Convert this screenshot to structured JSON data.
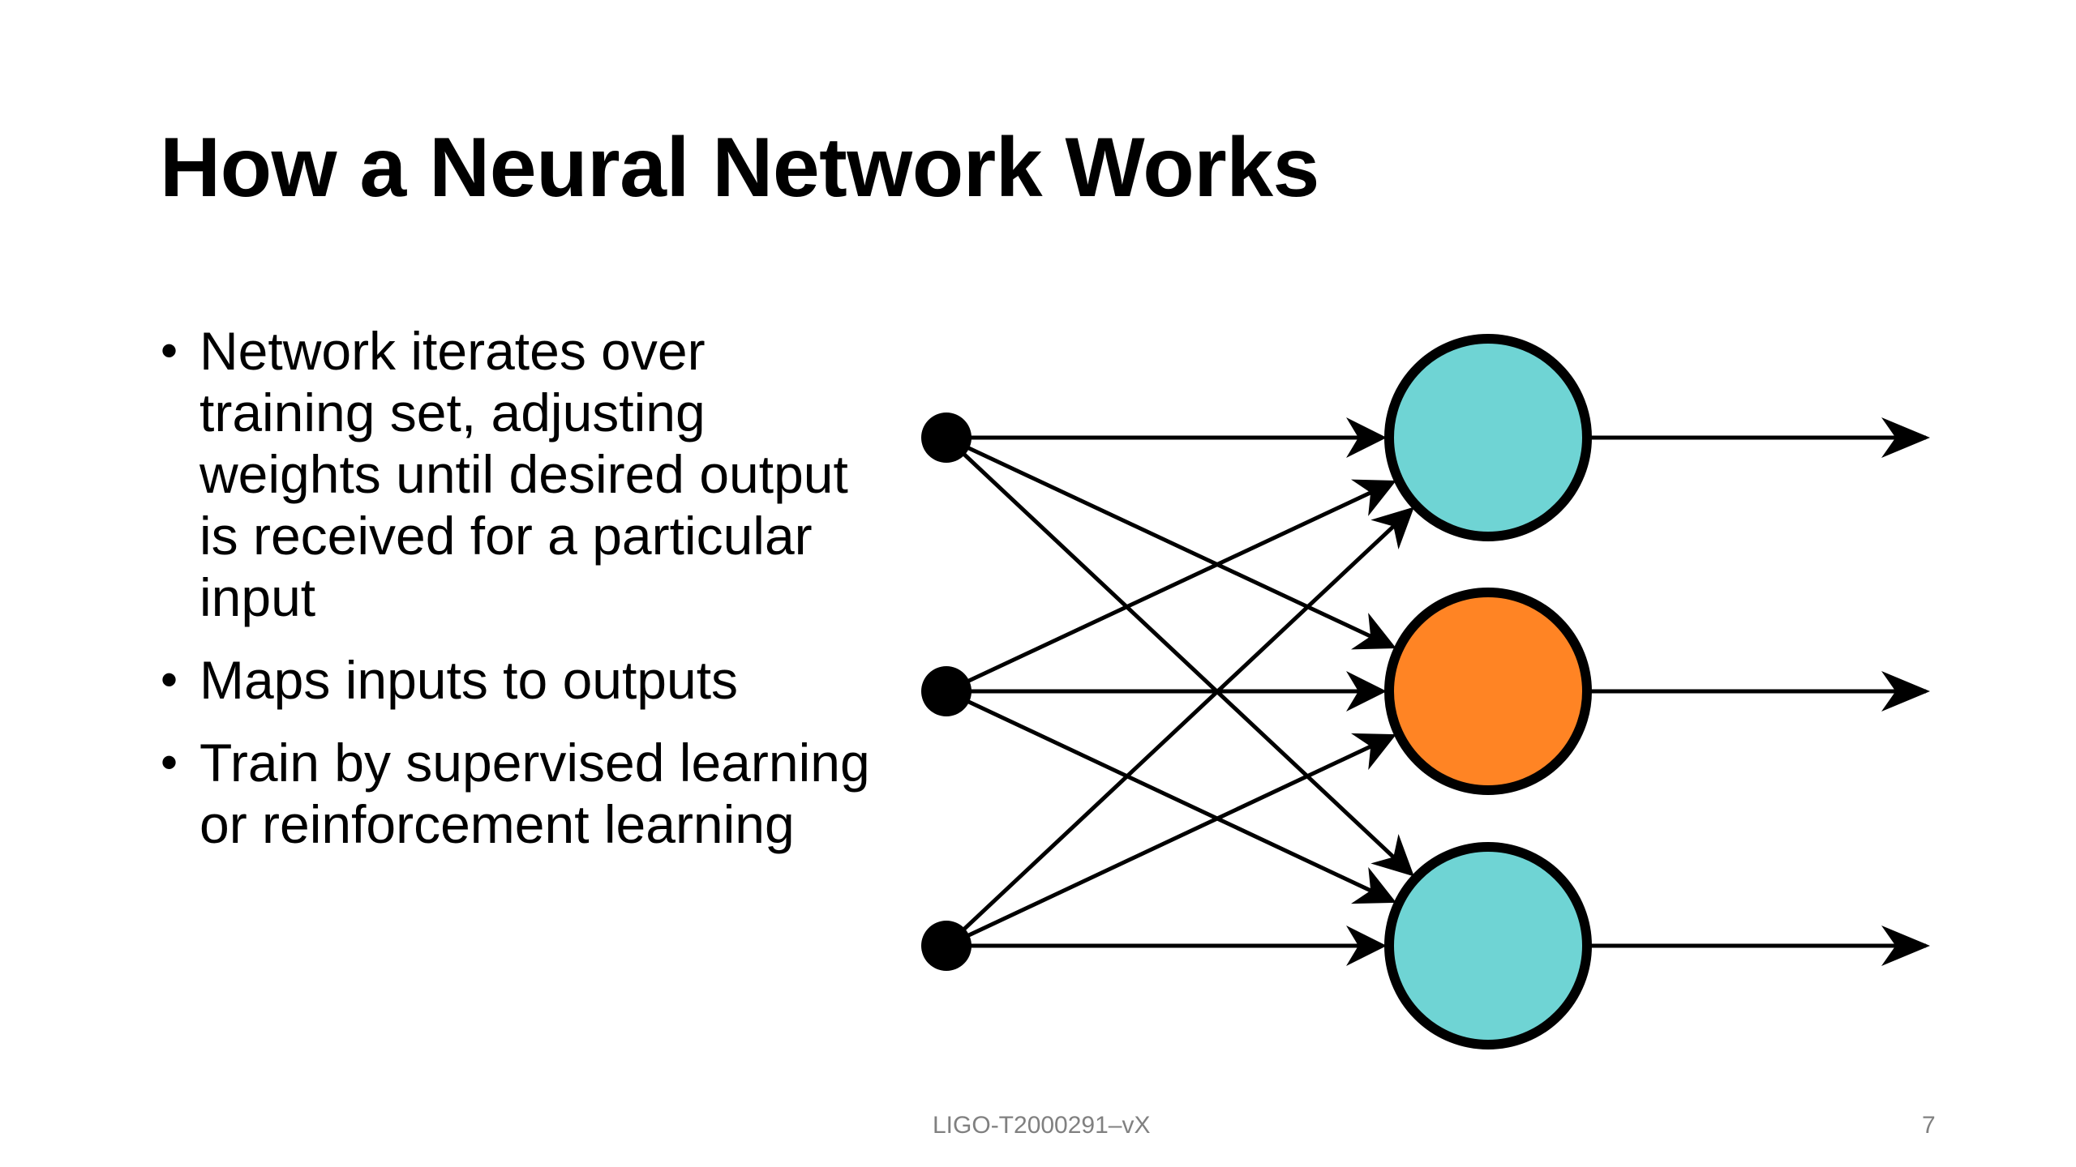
{
  "slide": {
    "title": "How a Neural Network Works",
    "bullets": [
      "Network iterates over training set, adjusting weights until desired output is received for a particular input",
      "Maps inputs to outputs",
      "Train by supervised learning or reinforcement learning"
    ],
    "footer_doc_id": "LIGO-T2000291–vX",
    "page_number": "7"
  },
  "diagram": {
    "input_nodes": 3,
    "output_nodes": 3,
    "node_colors": [
      "#6fd4d4",
      "#ff8424",
      "#6fd4d4"
    ],
    "input_color": "#000000",
    "edge_color": "#000000"
  }
}
